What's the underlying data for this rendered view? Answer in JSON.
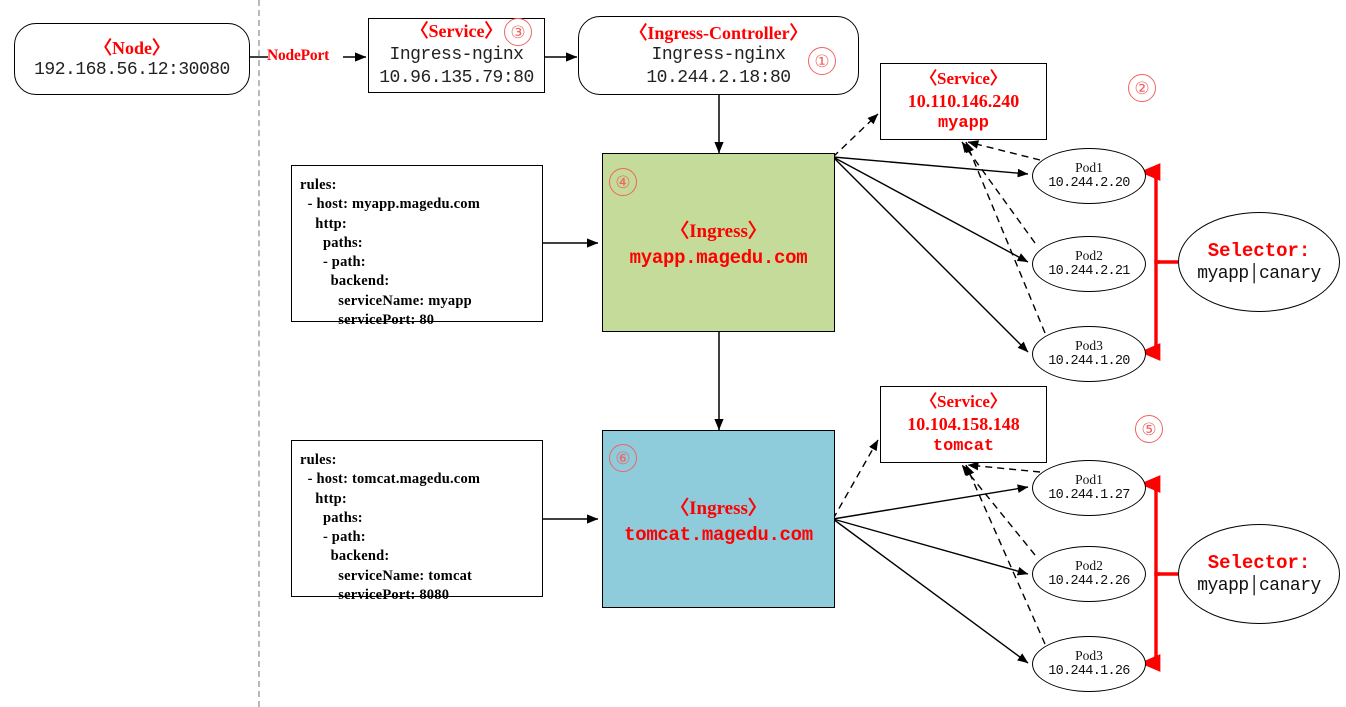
{
  "diagram": {
    "title": "Kubernetes Ingress traffic flow",
    "divider": "vertical-dashed-cluster-boundary",
    "colors": {
      "accent_red": "#ff0000",
      "circle_number": "#f06464",
      "ingress_myapp_fill": "#c5db9a",
      "ingress_tomcat_fill": "#8eccdc",
      "selector_arrow": "#ff0000",
      "divider": "#b9b9b9"
    }
  },
  "node": {
    "title": "〈Node〉",
    "address": "192.168.56.12:30080"
  },
  "nodeport": {
    "label": "NodePort"
  },
  "service_ingress_nginx": {
    "title": "〈Service〉",
    "name": "Ingress-nginx",
    "address": "10.96.135.79:80",
    "marker": "③"
  },
  "ingress_controller": {
    "title": "〈Ingress-Controller〉",
    "name": "Ingress-nginx",
    "address": "10.244.2.18:80",
    "marker": "①"
  },
  "rules_myapp": {
    "text": "rules:\n  - host: myapp.magedu.com\n    http:\n      paths:\n      - path:\n        backend:\n          serviceName: myapp\n          servicePort: 80"
  },
  "rules_tomcat": {
    "text": "rules:\n  - host: tomcat.magedu.com\n    http:\n      paths:\n      - path:\n        backend:\n          serviceName: tomcat\n          servicePort: 8080"
  },
  "ingress_myapp": {
    "title": "〈Ingress〉",
    "host": "myapp.magedu.com",
    "marker": "④"
  },
  "ingress_tomcat": {
    "title": "〈Ingress〉",
    "host": "tomcat.magedu.com",
    "marker": "⑥"
  },
  "service_myapp": {
    "title": "〈Service〉",
    "ip": "10.110.146.240",
    "name": "myapp",
    "marker": "②"
  },
  "service_tomcat": {
    "title": "〈Service〉",
    "ip": "10.104.158.148",
    "name": "tomcat",
    "marker": "⑤"
  },
  "pods_myapp": [
    {
      "name": "Pod1",
      "ip": "10.244.2.20"
    },
    {
      "name": "Pod2",
      "ip": "10.244.2.21"
    },
    {
      "name": "Pod3",
      "ip": "10.244.1.20"
    }
  ],
  "pods_tomcat": [
    {
      "name": "Pod1",
      "ip": "10.244.1.27"
    },
    {
      "name": "Pod2",
      "ip": "10.244.2.26"
    },
    {
      "name": "Pod3",
      "ip": "10.244.1.26"
    }
  ],
  "selector_myapp": {
    "title": "Selector:",
    "value": "myapp│canary"
  },
  "selector_tomcat": {
    "title": "Selector:",
    "value": "myapp│canary"
  }
}
